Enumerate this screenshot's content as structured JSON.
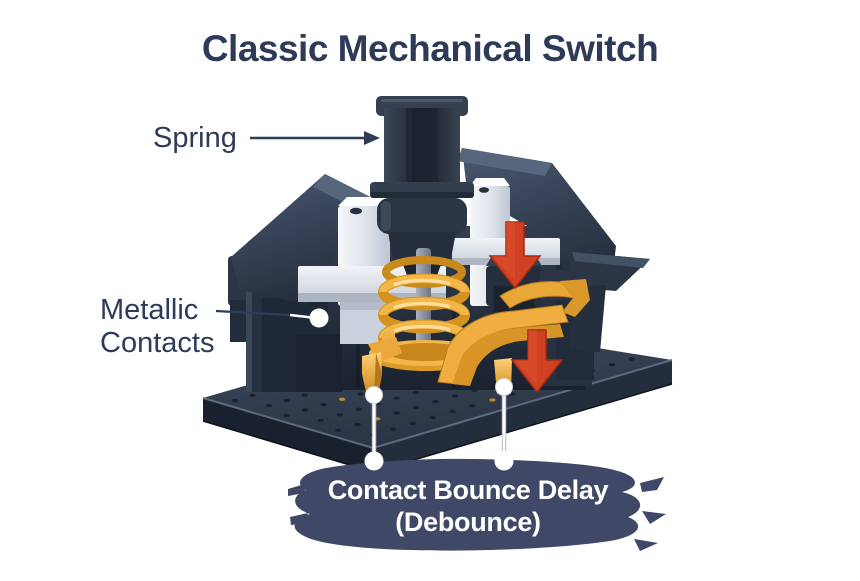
{
  "title": "Classic Mechanical Switch",
  "labels": {
    "spring": "Spring",
    "metallic_line1": "Metallic",
    "metallic_line2": "Contacts"
  },
  "banner": {
    "line1": "Contact Bounce Delay",
    "line2": "(Debounce)"
  },
  "colors": {
    "title_text": "#2d3b58",
    "label_text": "#2d3b58",
    "banner_bg": "#3f4867",
    "banner_text": "#ffffff",
    "arrow_red": "#d04023",
    "spring_gold": "#eaa637",
    "contact_gold": "#f0b04a",
    "housing_navy": "#2a3342",
    "slider_gray": "#e6eaf0",
    "plate_navy": "#333e50",
    "connector_white": "#ffffff"
  },
  "diagram": {
    "subject": "mechanical keyboard switch cutaway on perforated base plate",
    "callouts": [
      {
        "label": "Spring",
        "connector": "arrow pointing right at switch stem"
      },
      {
        "label": "Metallic Contacts",
        "connector": "line ending in white dot on housing"
      },
      {
        "label": "Contact Bounce Delay (Debounce)",
        "connector": "two vertical leader lines with white dots from contact pins to banner"
      }
    ]
  }
}
